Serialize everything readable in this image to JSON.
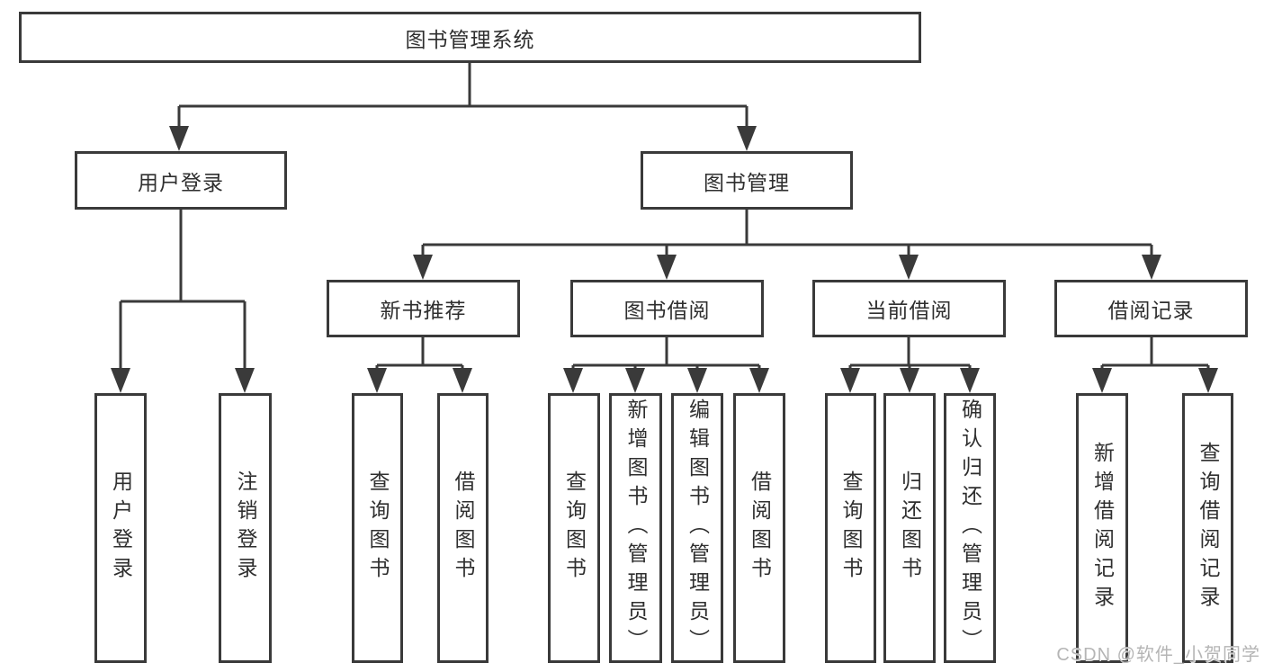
{
  "diagram": {
    "root": {
      "label": "图书管理系统"
    },
    "level2": [
      {
        "label": "用户登录",
        "children": [
          {
            "label": "用户登录"
          },
          {
            "label": "注销登录"
          }
        ]
      },
      {
        "label": "图书管理",
        "children": [
          {
            "label": "新书推荐",
            "children": [
              {
                "label": "查询图书"
              },
              {
                "label": "借阅图书"
              }
            ]
          },
          {
            "label": "图书借阅",
            "children": [
              {
                "label": "查询图书"
              },
              {
                "label": "新增图书（管理员）"
              },
              {
                "label": "编辑图书（管理员）"
              },
              {
                "label": "借阅图书"
              }
            ]
          },
          {
            "label": "当前借阅",
            "children": [
              {
                "label": "查询图书"
              },
              {
                "label": "归还图书"
              },
              {
                "label": "确认归还（管理员）"
              }
            ]
          },
          {
            "label": "借阅记录",
            "children": [
              {
                "label": "新增借阅记录"
              },
              {
                "label": "查询借阅记录"
              }
            ]
          }
        ]
      }
    ]
  },
  "watermark": {
    "text": "CSDN @软件_小贺同学"
  },
  "colors": {
    "line": "#3a3a3a",
    "border": "#3a3a3a",
    "text": "#2f2f2f",
    "background": "#ffffff",
    "watermark": "#b5b5b5"
  }
}
